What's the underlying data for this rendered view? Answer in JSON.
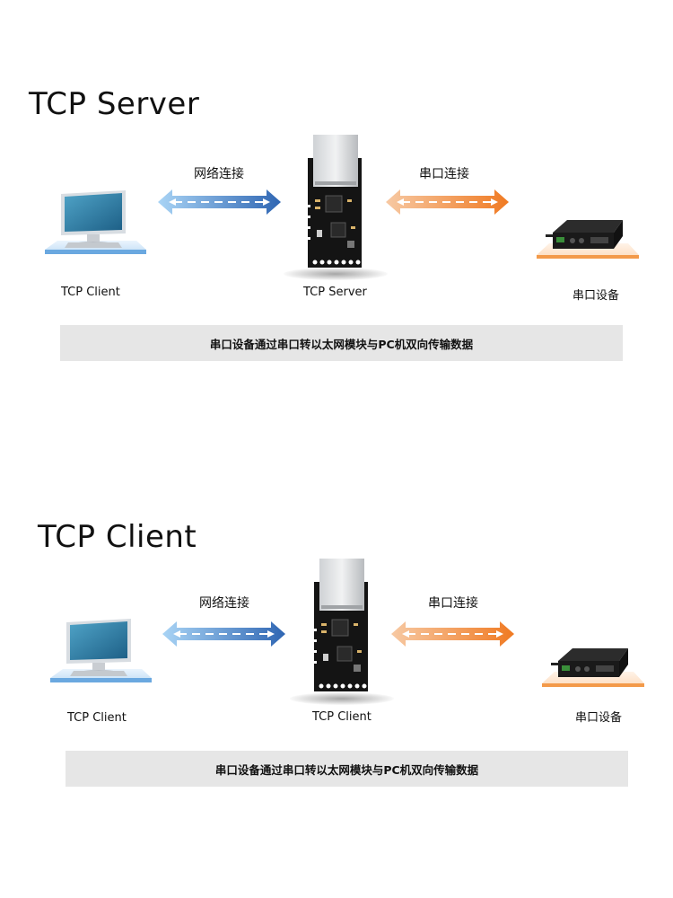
{
  "sections": [
    {
      "title": "TCP Server",
      "network_label": "网络连接",
      "serial_label": "串口连接",
      "left_caption": "TCP Client",
      "center_caption": "TCP Server",
      "right_caption": "串口设备",
      "summary": "串口设备通过串口转以太网模块与PC机双向传输数据"
    },
    {
      "title": "TCP Client",
      "network_label": "网络连接",
      "serial_label": "串口连接",
      "left_caption": "TCP Client",
      "center_caption": "TCP Client",
      "right_caption": "串口设备",
      "summary": "串口设备通过串口转以太网模块与PC机双向传输数据"
    }
  ],
  "colors": {
    "network_arrow_light": "#a9d4f5",
    "network_arrow_dark": "#2f66b3",
    "serial_arrow_light": "#f7c9a3",
    "serial_arrow_dark": "#f07a22",
    "pc_platform": "#6aa8e0",
    "device_platform": "#f39a4a",
    "summary_bar": "#e6e6e6"
  },
  "icons": [
    "computer-icon",
    "serial-module-icon",
    "serial-device-icon"
  ]
}
